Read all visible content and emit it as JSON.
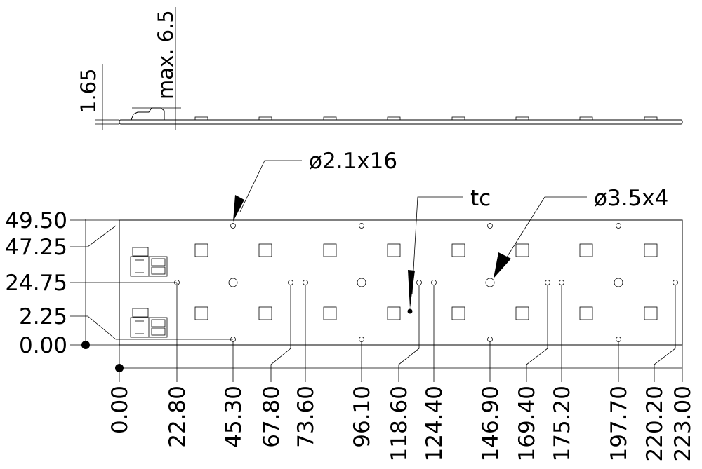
{
  "side_view": {
    "height_label": "1.65",
    "max_label": "max. 6.5"
  },
  "top_view": {
    "callouts": {
      "hole_small": "ø2.1x16",
      "tc": "tc",
      "hole_large": "ø3.5x4"
    },
    "y_dimensions": [
      "49.50",
      "47.25",
      "24.75",
      "2.25",
      "0.00"
    ],
    "x_dimensions": [
      "0.00",
      "22.80",
      "45.30",
      "67.80",
      "73.60",
      "96.10",
      "118.60",
      "124.40",
      "146.90",
      "169.40",
      "175.20",
      "197.70",
      "220.20",
      "223.00"
    ]
  }
}
